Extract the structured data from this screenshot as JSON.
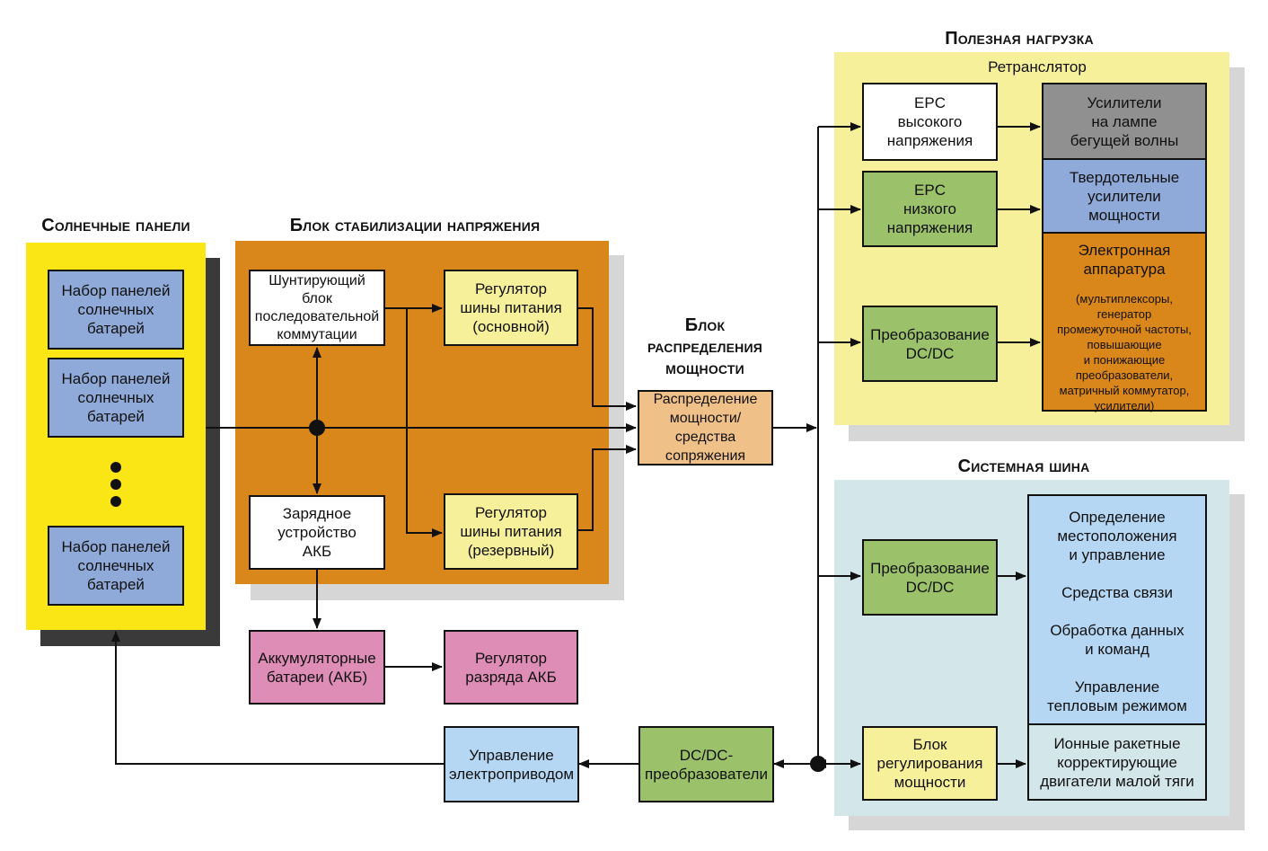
{
  "solar": {
    "title": "Солнечные панели",
    "panel": [
      "Набор панелей",
      "солнечных",
      "батарей"
    ]
  },
  "stab": {
    "title": "Блок стабилизации напряжения",
    "shunt": [
      "Шунтирующий блок",
      "последовательной",
      "коммутации"
    ],
    "reg_main": [
      "Регулятор",
      "шины питания",
      "(основной)"
    ],
    "charger": [
      "Зарядное",
      "устройство",
      "АКБ"
    ],
    "reg_res": [
      "Регулятор",
      "шины питания",
      "(резервный)"
    ]
  },
  "battery": [
    "Аккумуляторные",
    "батареи (АКБ)"
  ],
  "discharge": [
    "Регулятор",
    "разряда АКБ"
  ],
  "distrib": {
    "title": [
      "Блок",
      "распределения",
      "мощности"
    ],
    "box": [
      "Распределение",
      "мощности/средства",
      "сопряжения"
    ]
  },
  "drive": [
    "Управление",
    "электроприводом"
  ],
  "dcdc_conv": [
    "DC/DC-",
    "преобразователи"
  ],
  "payload": {
    "title": "Полезная нагрузка",
    "subtitle": "Ретранслятор",
    "epc_high": [
      "EPC",
      "высокого",
      "напряжения"
    ],
    "epc_low": [
      "EPC",
      "низкого",
      "напряжения"
    ],
    "dcdc": [
      "Преобразование",
      "DC/DC"
    ],
    "twta": [
      "Усилители",
      "на лампе",
      "бегущей волны"
    ],
    "sspa": [
      "Твердотельные",
      "усилители",
      "мощности"
    ],
    "electronics": [
      "Электронная",
      "аппаратура"
    ],
    "electronics_note": [
      "(мультиплексоры, генератор",
      "промежуточной частоты,",
      "повышающие",
      "и понижающие",
      "преобразователи,",
      "матричный коммутатор,",
      "усилители)"
    ]
  },
  "bus": {
    "title": "Системная шина",
    "dcdc": [
      "Преобразование",
      "DC/DC"
    ],
    "services": {
      "aocs": [
        "Определение",
        "местоположения",
        "и управление"
      ],
      "comm": [
        "Средства связи"
      ],
      "data": [
        "Обработка данных",
        "и команд"
      ],
      "thermal": [
        "Управление",
        "тепловым режимом"
      ]
    },
    "power_reg": [
      "Блок",
      "регулирования",
      "мощности"
    ],
    "thrusters": [
      "Ионные ракетные",
      "корректирующие",
      "двигатели малой тяги"
    ]
  },
  "colors": {
    "yellow": "#fbe615",
    "orange": "#d9861a",
    "pale_yellow": "#f7f09a",
    "green": "#9bc26b",
    "blue_gray": "#8fa9d8",
    "pink": "#dd8db6",
    "peach": "#f0c089",
    "light_blue": "#b6d7f3",
    "gray": "#909090",
    "teal_bg": "#d3e6e9",
    "dark_gray": "#3a3a3a",
    "shadow": "#d6d6d6"
  }
}
